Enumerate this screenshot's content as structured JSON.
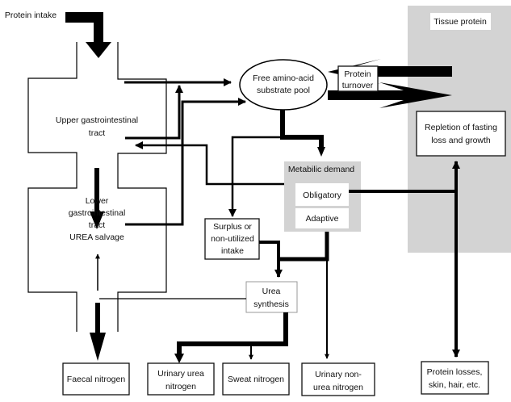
{
  "nodes": {
    "protein_intake": "Protein intake",
    "upper_gi": [
      "Upper gastrointestinal",
      "tract"
    ],
    "lower_gi": [
      "Lower",
      "gastrointestinal",
      "tract",
      "UREA salvage"
    ],
    "pool": [
      "Free amino-acid",
      "substrate pool"
    ],
    "turnover": [
      "Protein",
      "turnover"
    ],
    "tissue_protein": "Tissue protein",
    "repletion": [
      "Repletion of fasting",
      "loss and growth"
    ],
    "metabolic_demand": "Metabilic demand",
    "obligatory": "Obligatory",
    "adaptive": "Adaptive",
    "surplus": [
      "Surplus or",
      "non-utilized",
      "intake"
    ],
    "urea_synthesis": [
      "Urea",
      "synthesis"
    ],
    "faecal": "Faecal nitrogen",
    "urinary_urea": [
      "Urinary urea",
      "nitrogen"
    ],
    "sweat": "Sweat nitrogen",
    "urinary_non_urea": [
      "Urinary non-",
      "urea nitrogen"
    ],
    "protein_losses": [
      "Protein losses,",
      "skin, hair, etc."
    ]
  },
  "colors": {
    "region_fill": "#d3d3d3",
    "arrow": "#000000"
  }
}
